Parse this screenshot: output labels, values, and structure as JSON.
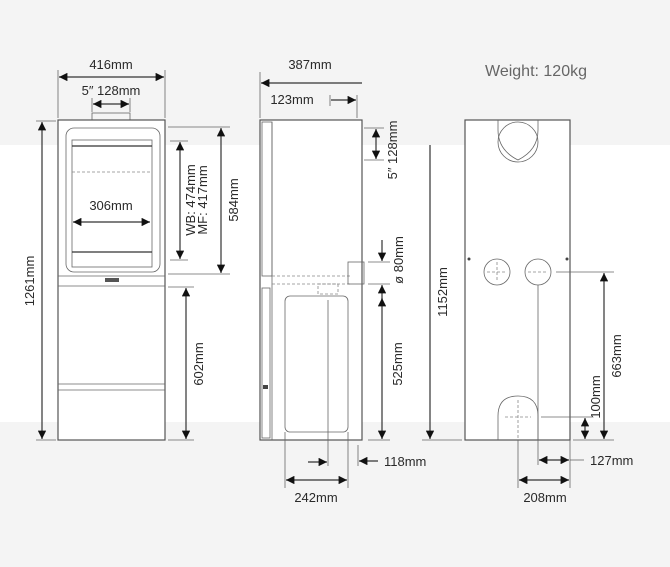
{
  "weight": "Weight: 120kg",
  "front": {
    "width": "416mm",
    "flue_collar": "5″ 128mm",
    "height_total": "1261mm",
    "glass_width": "306mm",
    "glass_height_wb": "WB: 474mm",
    "glass_height_mf": "MF: 417mm",
    "firebox_height": "584mm",
    "base_height": "602mm"
  },
  "side": {
    "depth": "387mm",
    "flue_offset": "123mm",
    "flue_collar": "5″ 128mm",
    "air_inlet": "ø 80mm",
    "inlet_height": "525mm",
    "inlet_offset": "118mm",
    "base_width": "242mm"
  },
  "rear": {
    "flue_height": "1152mm",
    "inlet_height": "663mm",
    "arch_height": "100mm",
    "inlet_offset": "127mm",
    "arch_offset": "208mm"
  }
}
